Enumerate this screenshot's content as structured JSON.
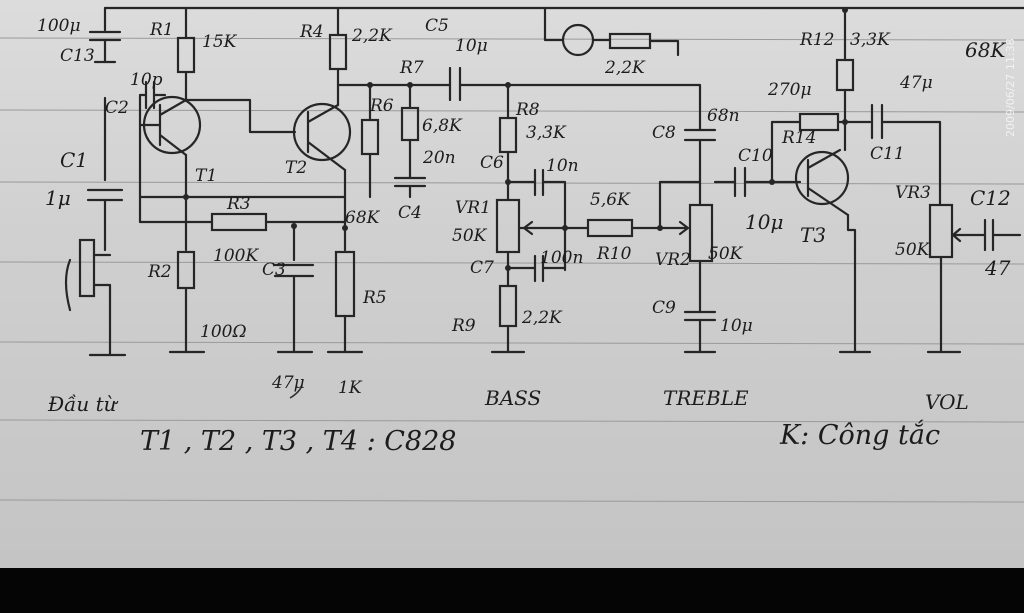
{
  "labels": {
    "c13_value": "100μ",
    "c13": "C13",
    "r1": "R1",
    "r1_value": "15K",
    "r4": "R4",
    "r4_value": "2,2K",
    "c5": "C5",
    "c5_value": "10μ",
    "r11_value": "2,2K",
    "r12": "R12",
    "r12_value": "3,3K",
    "out_value": "68K",
    "c2": "C2",
    "c2_value": "10p",
    "t1": "T1",
    "t2": "T2",
    "t3": "T3",
    "r7": "R7",
    "r6": "R6",
    "r6_value": "6,8K",
    "c4_value": "20n",
    "c4": "C4",
    "r8": "R8",
    "r8_value": "3,3K",
    "c8": "C8",
    "c8_value": "68n",
    "r14_value": "270μ",
    "r14": "R14",
    "c11": "C11",
    "c11_value": "47μ",
    "c1": "C1",
    "c1_value": "1μ",
    "c6": "C6",
    "c6_value": "10n",
    "c10": "C10",
    "r3": "R3",
    "r3_value": "100K",
    "r5_junction": "68K",
    "vr1": "VR1",
    "vr1_value": "50K",
    "r10_value": "5,6K",
    "r10": "R10",
    "vr2": "VR2",
    "vr2_value": "50K",
    "c10_value": "10μ",
    "vr3": "VR3",
    "vr3_value": "50K",
    "c12": "C12",
    "c12_value": "47",
    "r2": "R2",
    "r2_value": "100Ω",
    "c3": "C3",
    "r5": "R5",
    "c7": "C7",
    "c7_value": "100n",
    "r9": "R9",
    "r9_value": "2,2K",
    "c9": "C9",
    "c9_value": "10μ",
    "c3_value": "47μ",
    "r5_value": "1K",
    "input_label": "Đầu từ",
    "bass_label": "BASS",
    "treble_label": "TREBLE",
    "vol_label": "VOL",
    "transistor_note": "T1 , T2 , T3 , T4 : C828",
    "switch_note": "K: Công tắc"
  },
  "timestamp": "2009/06/27 11:38"
}
